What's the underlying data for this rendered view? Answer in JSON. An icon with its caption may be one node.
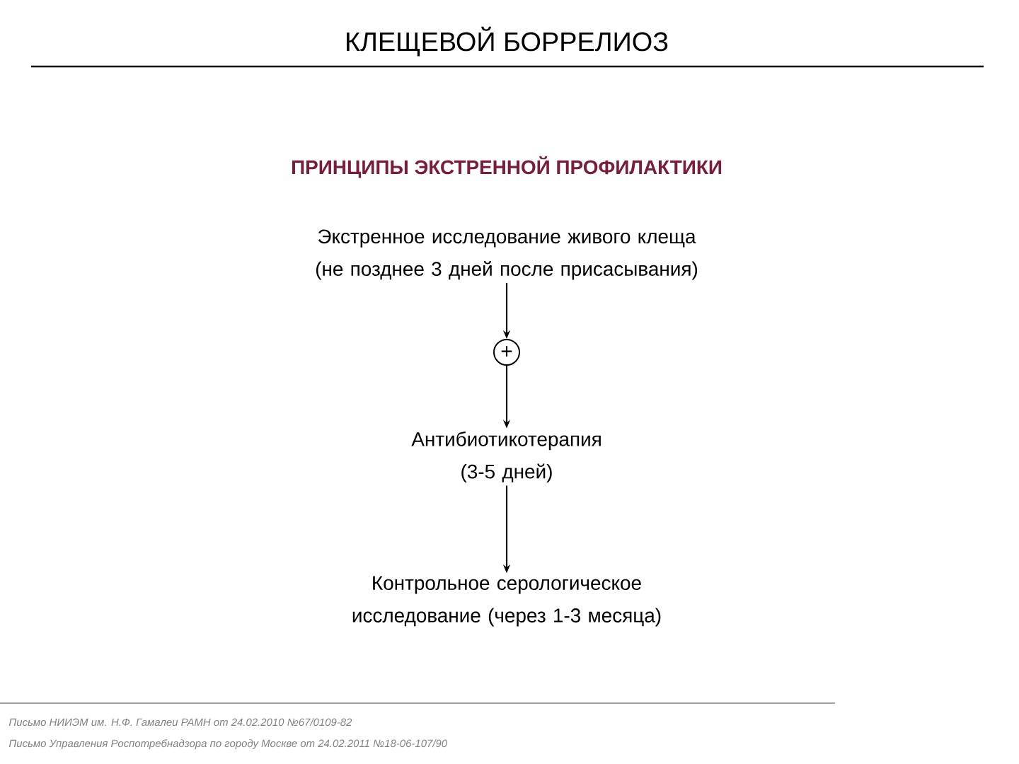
{
  "diagram": {
    "title": "КЛЕЩЕВОЙ БОРРЕЛИОЗ",
    "nodes": [
      {
        "text": [
          "Экстренное исследование живого клеща (не позднее 3 дней после присасывания)"
        ]
      },
      {
        "text": [
          "+"
        ]
      },
      {
        "text": [
          "Антибиотикотерапия (3-5 дней)"
        ]
      },
      {
        "text": [
          "Контрольное серологическое исследование (через 1-3 месяца)"
        ]
      }
    ],
    "edges": [
      {
        "from": 0,
        "to": 1,
        "arrow": "to"
      },
      {
        "from": 1,
        "to": 2,
        "arrow": "to"
      },
      {
        "from": 2,
        "to": 3,
        "arrow": "to"
      }
    ],
    "labels": [
      "ПРИНЦИПЫ ЭКСТРЕННОЙ ПРОФИЛАКТИКИ",
      "Письмо НИИЭМ им. Н.Ф. Гамалеи РАМН от 24.02.2010 №67/0109-82",
      "Письмо Управления Роспотребнадзора по городу Москве от 24.02.2011 №18-06-107/90"
    ]
  }
}
